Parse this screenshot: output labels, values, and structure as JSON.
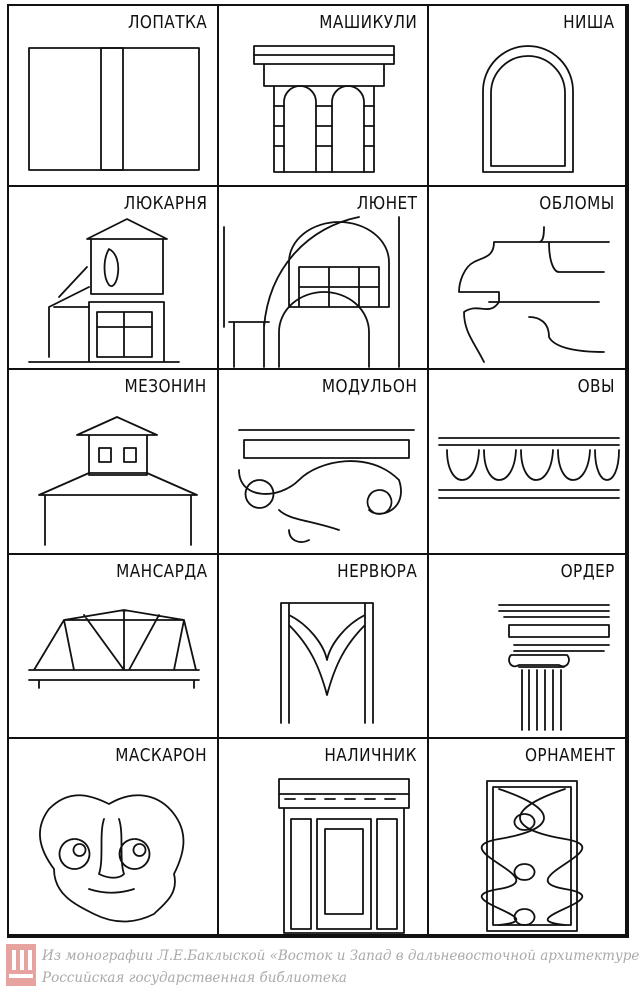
{
  "terms": [
    [
      "ЛОПАТКА",
      "МАШИКУЛИ",
      "НИША"
    ],
    [
      "ЛЮКАРНЯ",
      "ЛЮНЕТ",
      "ОБЛОМЫ"
    ],
    [
      "МЕЗОНИН",
      "МОДУЛЬОН",
      "ОВЫ"
    ],
    [
      "МАНСАРДА",
      "НЕРВЮРА",
      "ОРДЕР"
    ],
    [
      "МАСКАРОН",
      "НАЛИЧНИК",
      "ОРНАМЕНТ"
    ]
  ],
  "footer": {
    "line1": "Из монографии Л.Е.Баклыской «Восток и Запад в дальневосточной архитектуре»,",
    "line2": "Российская государственная библиотека"
  }
}
